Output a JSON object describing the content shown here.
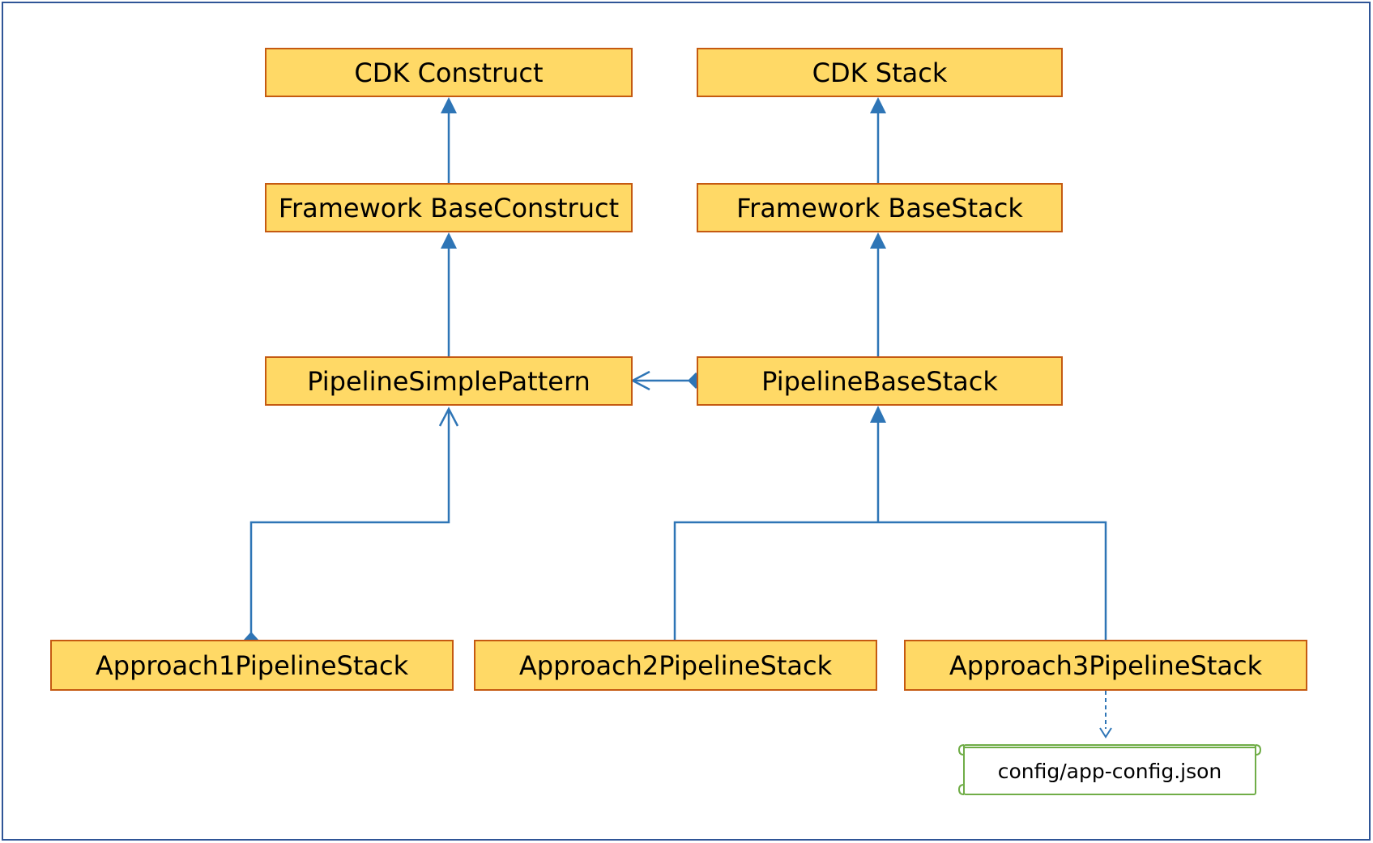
{
  "nodes": {
    "cdk_construct": "CDK Construct",
    "cdk_stack": "CDK Stack",
    "framework_base_construct": "Framework BaseConstruct",
    "framework_base_stack": "Framework BaseStack",
    "pipeline_simple_pattern": "PipelineSimplePattern",
    "pipeline_base_stack": "PipelineBaseStack",
    "approach1": "Approach1PipelineStack",
    "approach2": "Approach2PipelineStack",
    "approach3": "Approach3PipelineStack"
  },
  "config_file": "config/app-config.json",
  "colors": {
    "node_fill": "#ffd966",
    "node_border": "#c55a11",
    "connector": "#2e75b6",
    "file_border": "#70ad47",
    "frame_border": "#2f5597"
  },
  "relations": [
    {
      "from": "framework_base_construct",
      "to": "cdk_construct",
      "kind": "inheritance"
    },
    {
      "from": "framework_base_stack",
      "to": "cdk_stack",
      "kind": "inheritance"
    },
    {
      "from": "pipeline_simple_pattern",
      "to": "framework_base_construct",
      "kind": "inheritance"
    },
    {
      "from": "pipeline_base_stack",
      "to": "framework_base_stack",
      "kind": "inheritance"
    },
    {
      "from": "pipeline_base_stack",
      "to": "pipeline_simple_pattern",
      "kind": "composition"
    },
    {
      "from": "approach1",
      "to": "pipeline_simple_pattern",
      "kind": "composition"
    },
    {
      "from": "approach2",
      "to": "pipeline_base_stack",
      "kind": "inheritance"
    },
    {
      "from": "approach3",
      "to": "pipeline_base_stack",
      "kind": "inheritance"
    },
    {
      "from": "approach3",
      "to": "config_file",
      "kind": "dependency"
    }
  ]
}
